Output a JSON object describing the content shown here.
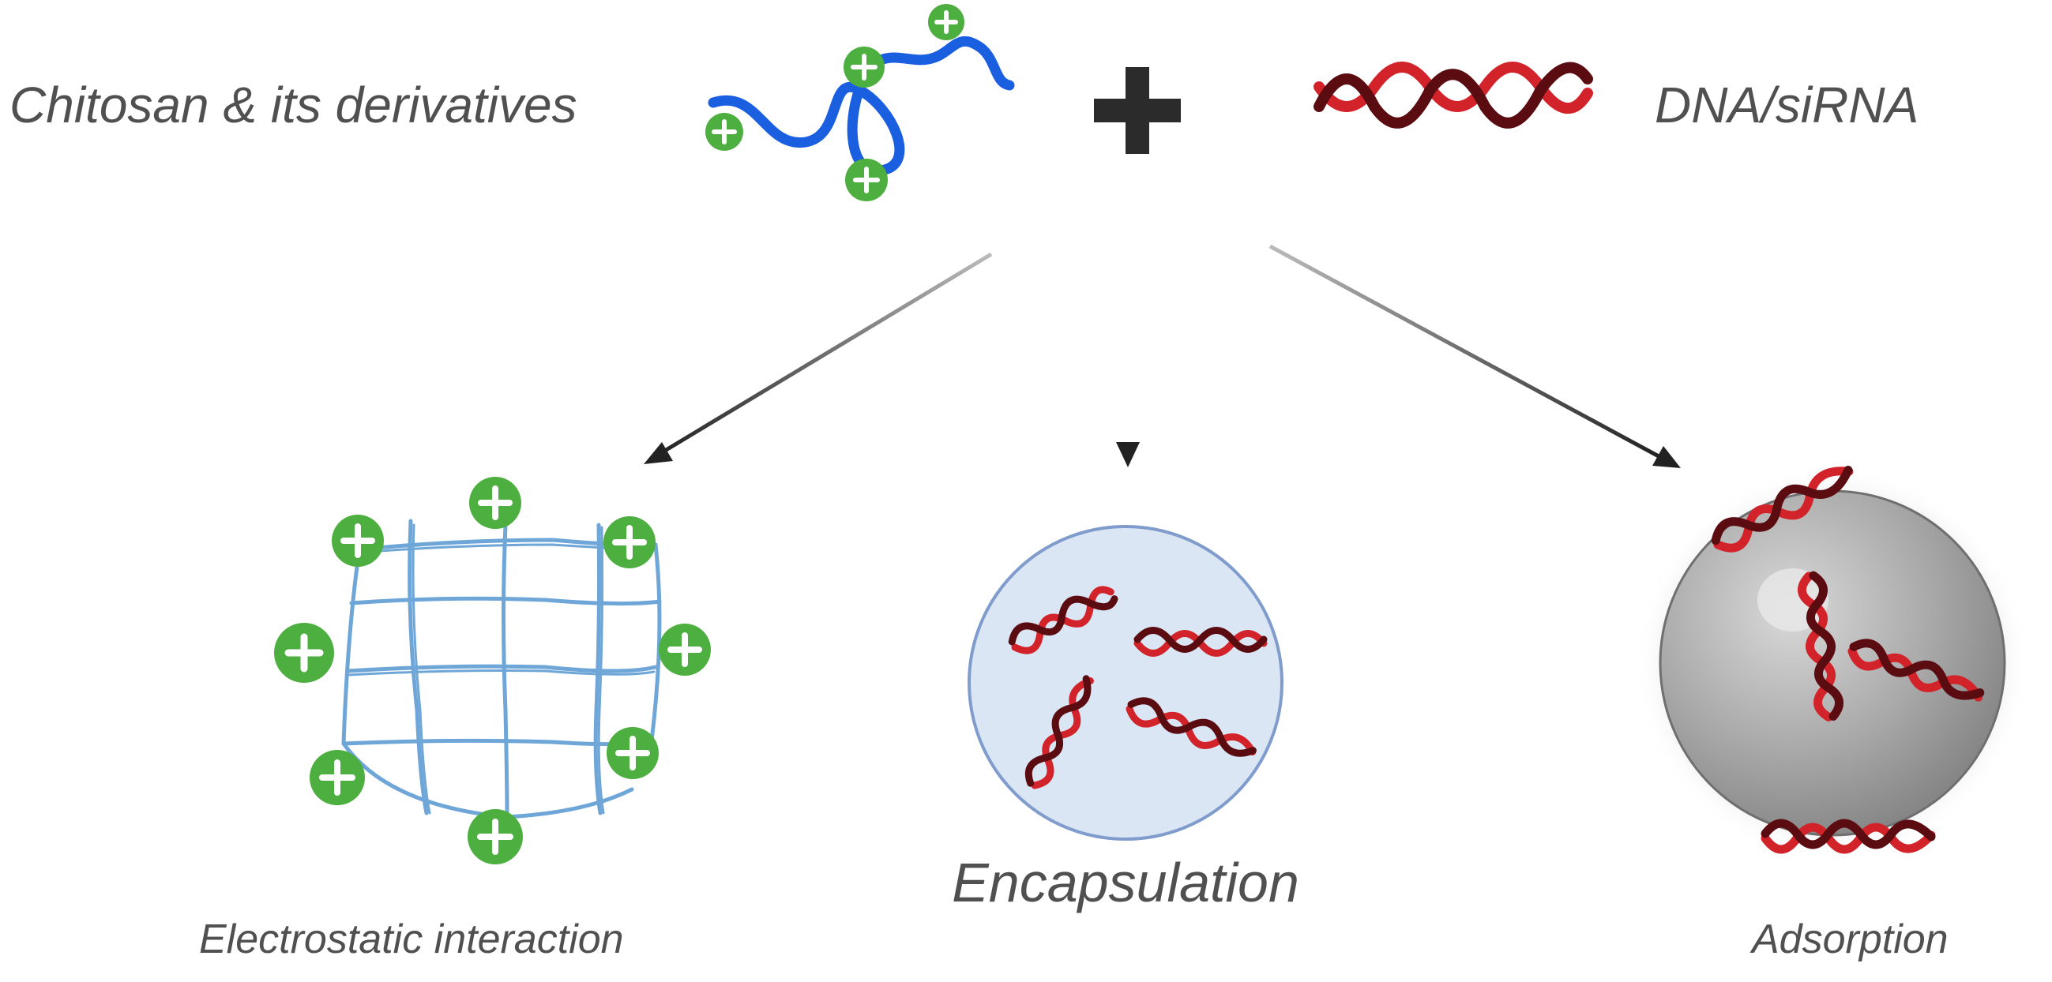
{
  "labels": {
    "chitosan": "Chitosan & its derivatives",
    "dna": "DNA/siRNA",
    "electrostatic": "Electrostatic interaction",
    "encapsulation": "Encapsulation",
    "adsorption": "Adsorption"
  },
  "colors": {
    "polymer": "#1a5fe0",
    "charge": "#4caf3f",
    "mesh": "#6fa6d8",
    "dna_light": "#d2232a",
    "dna_dark": "#5a0c10",
    "arrow": "#222222",
    "plus_sign": "#2b2b2b",
    "capsule_fill": "#dbe6f5",
    "capsule_stroke": "#7f9ccc",
    "sphere": "#9a9a9a"
  },
  "icons": {
    "plus_sign": "plus-icon",
    "charge": "positive-charge-icon"
  }
}
